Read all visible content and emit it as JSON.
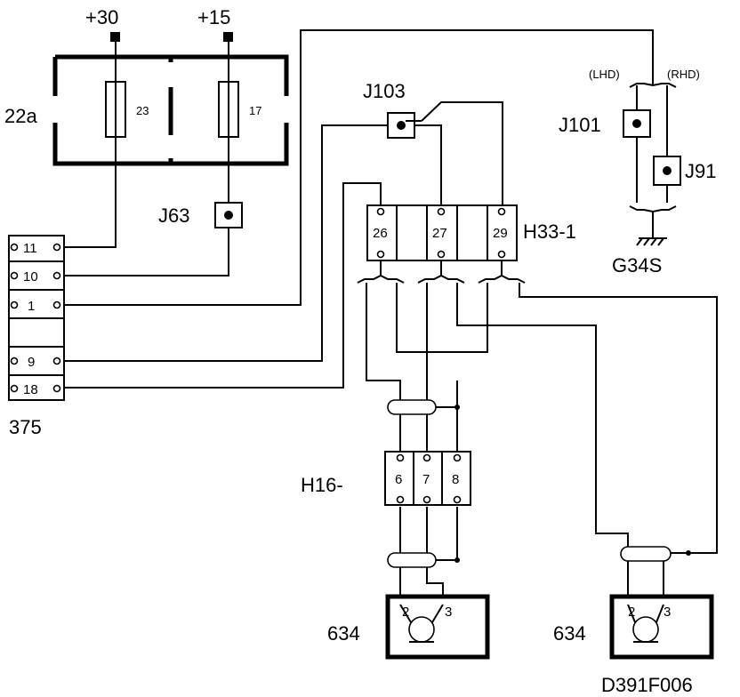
{
  "supply": {
    "plus30": "+30",
    "plus15": "+15"
  },
  "fusebox": {
    "label": "22a",
    "fuse_a": "23",
    "fuse_b": "17"
  },
  "connectors": {
    "j63": "J63",
    "j103": "J103",
    "j101": "J101",
    "j91": "J91",
    "h33": "H33-1",
    "h16": "H16-",
    "c375": "375",
    "ground": "G34S"
  },
  "variants": {
    "lhd": "(LHD)",
    "rhd": "(RHD)"
  },
  "pins_375": [
    "11",
    "10",
    "1",
    "9",
    "18"
  ],
  "pins_h33": [
    "26",
    "27",
    "29"
  ],
  "pins_h16": [
    "6",
    "7",
    "8"
  ],
  "motor_left": {
    "label": "634",
    "pin_a": "2",
    "pin_b": "3"
  },
  "motor_right": {
    "label": "634",
    "pin_a": "2",
    "pin_b": "3"
  },
  "drawing_id": "D391F006"
}
